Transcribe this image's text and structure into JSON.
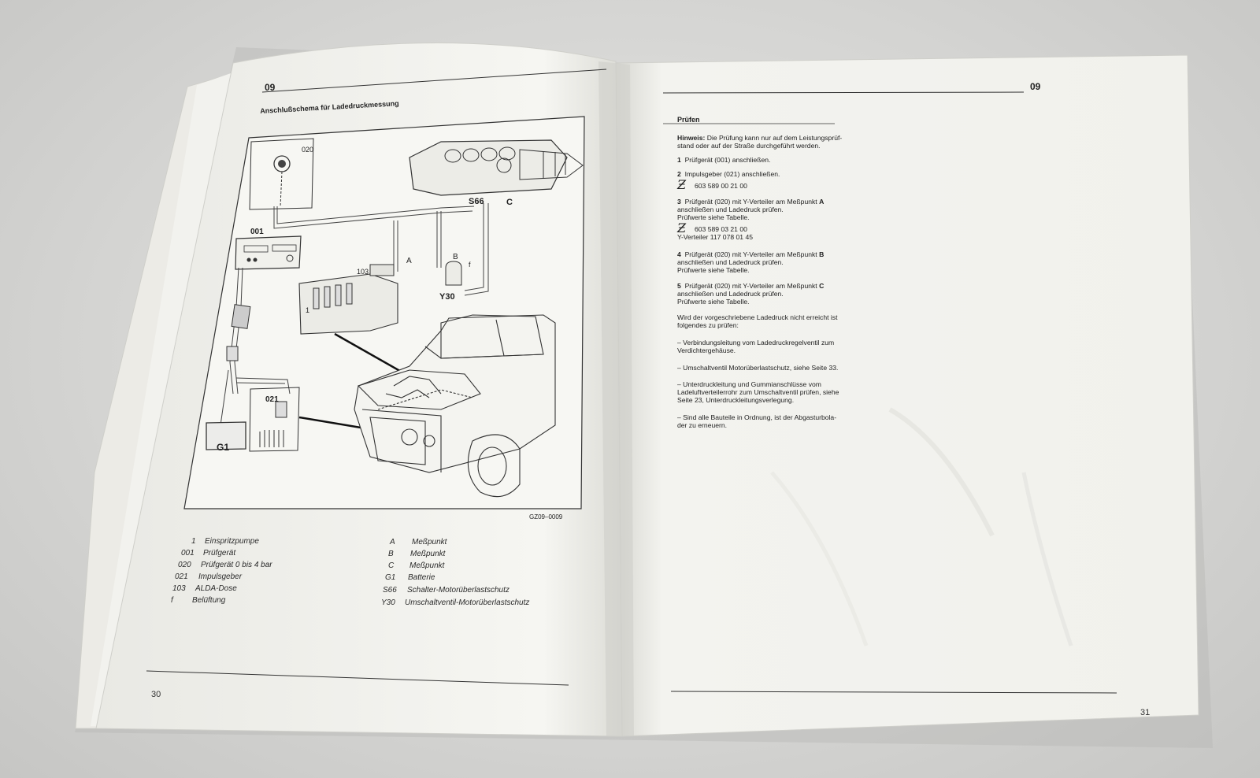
{
  "left_page": {
    "chapter": "09",
    "title": "Anschlußschema für Ladedruckmessung",
    "diagram_labels": {
      "l020": "020",
      "l001": "001",
      "l103": "103",
      "l1": "1",
      "lA": "A",
      "lB": "B",
      "lf": "f",
      "lY30": "Y30",
      "lS66": "S66",
      "lC": "C",
      "l021": "021",
      "lG1": "G1",
      "code": "GZ09–0009"
    },
    "legend_left": [
      {
        "key": "1",
        "text": "Einspritzpumpe"
      },
      {
        "key": "001",
        "text": "Prüfgerät"
      },
      {
        "key": "020",
        "text": "Prüfgerät 0 bis 4 bar"
      },
      {
        "key": "021",
        "text": "Impulsgeber"
      },
      {
        "key": "103",
        "text": "ALDA-Dose"
      },
      {
        "key": "f",
        "text": "Belüftung"
      }
    ],
    "legend_right": [
      {
        "key": "A",
        "text": "Meßpunkt"
      },
      {
        "key": "B",
        "text": "Meßpunkt"
      },
      {
        "key": "C",
        "text": "Meßpunkt"
      },
      {
        "key": "G1",
        "text": "Batterie"
      },
      {
        "key": "S66",
        "text": "Schalter-Motorüberlastschutz"
      },
      {
        "key": "Y30",
        "text": "Umschaltventil-Motorüberlastschutz"
      }
    ],
    "page_number": "30"
  },
  "right_page": {
    "chapter": "09",
    "section": "Prüfen",
    "hinweis_label": "Hinweis:",
    "hinweis_1": "Die Prüfung kann nur auf dem Leistungsprüf-",
    "hinweis_2": "stand oder auf der Straße durchgeführt werden.",
    "s1_num": "1",
    "s1": "Prüfgerät (001) anschließen.",
    "s2_num": "2",
    "s2": "Impulsgeber (021) anschließen.",
    "s2_tool": "603 589 00 21 00",
    "s3_num": "3",
    "s3a": "Prüfgerät (020) mit Y-Verteiler am Meßpunkt",
    "s3_pt": "A",
    "s3b": "anschließen und Ladedruck prüfen.",
    "s3c": "Prüfwerte siehe Tabelle.",
    "s3_tool": "603 589 03 21 00",
    "s3_tool2": "Y-Verteiler 117 078 01 45",
    "s4_num": "4",
    "s4a": "Prüfgerät (020) mit Y-Verteiler am Meßpunkt",
    "s4_pt": "B",
    "s4b": "anschließen und Ladedruck prüfen.",
    "s4c": "Prüfwerte siehe Tabelle.",
    "s5_num": "5",
    "s5a": "Prüfgerät (020) mit Y-Verteiler am Meßpunkt",
    "s5_pt": "C",
    "s5b": "anschließen und Ladedruck prüfen.",
    "s5c": "Prüfwerte siehe Tabelle.",
    "w1": "Wird der vorgeschriebene Ladedruck nicht erreicht ist",
    "w2": "folgendes zu prüfen:",
    "d1a": "–   Verbindungsleitung vom Ladedruckregelventil zum",
    "d1b": "Verdichtergehäuse.",
    "d2": "–   Umschaltventil Motorüberlastschutz, siehe Seite 33.",
    "d3a": "–   Unterdruckleitung und Gummianschlüsse vom",
    "d3b": "Ladeluftverteilerrohr zum Umschaltventil prüfen, siehe",
    "d3c": "Seite 23, Unterdruckleitungsverlegung.",
    "d4a": "–   Sind alle Bauteile in Ordnung, ist der Abgasturbola-",
    "d4b": "der zu erneuern.",
    "page_number": "31"
  },
  "colors": {
    "paper": "#f4f4f0",
    "ink": "#222222",
    "background": "#d6d6d4"
  }
}
